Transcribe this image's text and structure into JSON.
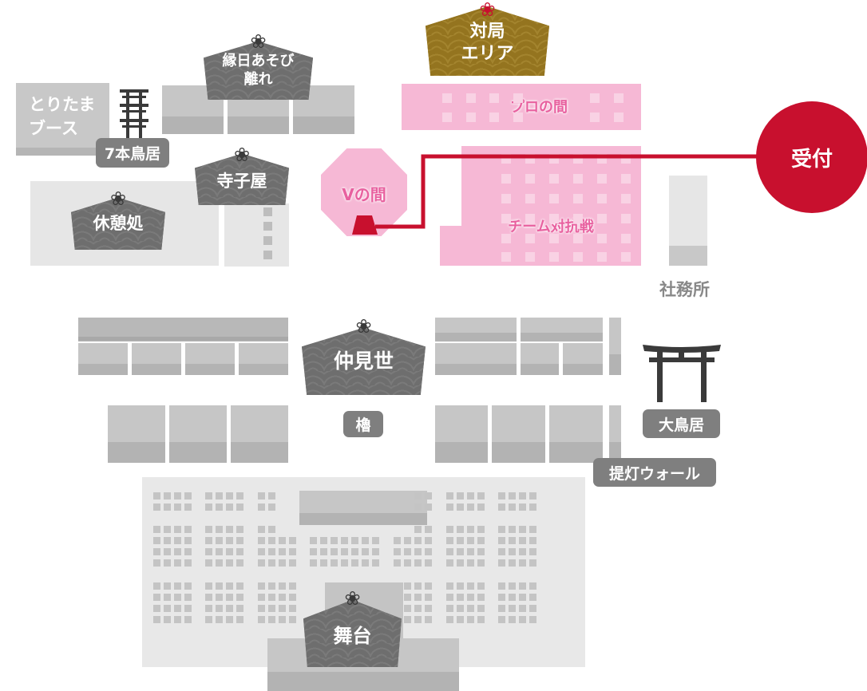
{
  "colors": {
    "accent_red": "#c8102e",
    "pink": "#f6b8d5",
    "pink_text": "#e8609f",
    "gold": "#9a7a26",
    "gray_ema": "#6e6e6e"
  },
  "areas": {
    "toritama": "とりたま\nブース",
    "torii7": "7本鳥居",
    "ennichi": "縁日あそび\n離れ",
    "terakoya": "寺子屋",
    "kyukei": "休憩処",
    "taikyoku": "対局\nエリア",
    "pro": "プロの間",
    "v": "Vの間",
    "team": "チーム対抗戦",
    "uketsuke": "受付",
    "shamusho": "社務所",
    "nakamise": "仲見世",
    "yagura": "櫓",
    "otorii": "大鳥居",
    "chochin": "提灯ウォール",
    "butai": "舞台"
  },
  "icons": {
    "bow": "ribbon-bow-icon",
    "torii": "torii-gate-icon",
    "you_are_here": "red-marker-icon"
  }
}
